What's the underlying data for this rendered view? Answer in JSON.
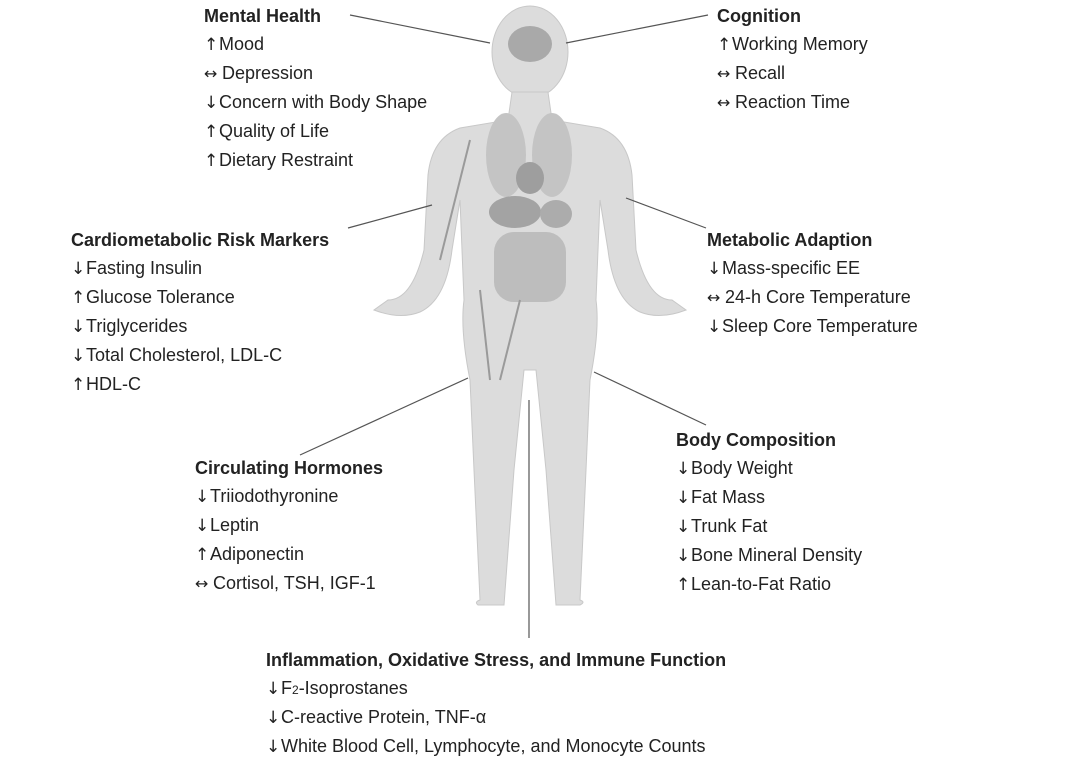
{
  "groups": {
    "mental_health": {
      "title": "Mental Health",
      "items": [
        {
          "arrow": "↑",
          "text": "Mood"
        },
        {
          "arrow": "↔",
          "text": "Depression"
        },
        {
          "arrow": "↓",
          "text": "Concern with Body Shape"
        },
        {
          "arrow": "↑",
          "text": "Quality of Life"
        },
        {
          "arrow": "↑",
          "text": "Dietary Restraint"
        }
      ]
    },
    "cognition": {
      "title": "Cognition",
      "items": [
        {
          "arrow": "↑",
          "text": "Working Memory"
        },
        {
          "arrow": "↔",
          "text": "Recall"
        },
        {
          "arrow": "↔",
          "text": "Reaction Time"
        }
      ]
    },
    "cardiometabolic": {
      "title": "Cardiometabolic Risk Markers",
      "items": [
        {
          "arrow": "↓",
          "text": "Fasting Insulin"
        },
        {
          "arrow": "↑",
          "text": "Glucose Tolerance"
        },
        {
          "arrow": "↓",
          "text": "Triglycerides"
        },
        {
          "arrow": "↓",
          "text": "Total Cholesterol, LDL-C"
        },
        {
          "arrow": "↑",
          "text": "HDL-C"
        }
      ]
    },
    "metabolic": {
      "title": "Metabolic Adaption",
      "items": [
        {
          "arrow": "↓",
          "text": "Mass-specific EE"
        },
        {
          "arrow": "↔",
          "text": "24-h Core Temperature"
        },
        {
          "arrow": "↓",
          "text": "Sleep Core Temperature"
        }
      ]
    },
    "hormones": {
      "title": "Circulating Hormones",
      "items": [
        {
          "arrow": "↓",
          "text": "Triiodothyronine"
        },
        {
          "arrow": "↓",
          "text": "Leptin"
        },
        {
          "arrow": "↑",
          "text": "Adiponectin"
        },
        {
          "arrow": "↔",
          "text": "Cortisol, TSH, IGF-1"
        }
      ]
    },
    "body_comp": {
      "title": "Body Composition",
      "items": [
        {
          "arrow": "↓",
          "text": "Body Weight"
        },
        {
          "arrow": "↓",
          "text": "Fat Mass"
        },
        {
          "arrow": "↓",
          "text": "Trunk Fat"
        },
        {
          "arrow": "↓",
          "text": "Bone Mineral Density"
        },
        {
          "arrow": "↑",
          "text": "Lean-to-Fat Ratio"
        }
      ]
    },
    "inflammation": {
      "title": "Inflammation, Oxidative Stress, and Immune Function",
      "items": [
        {
          "arrow": "↓",
          "text_pre": "F",
          "text_sub": "2",
          "text": "-Isoprostanes"
        },
        {
          "arrow": "↓",
          "text": "C-reactive Protein, TNF-α"
        },
        {
          "arrow": "↓",
          "text": "White Blood Cell, Lymphocyte, and Monocyte Counts"
        }
      ]
    }
  },
  "colors": {
    "body": "#d9d9d9",
    "organs": "#b5b5b5",
    "line": "#555555"
  }
}
